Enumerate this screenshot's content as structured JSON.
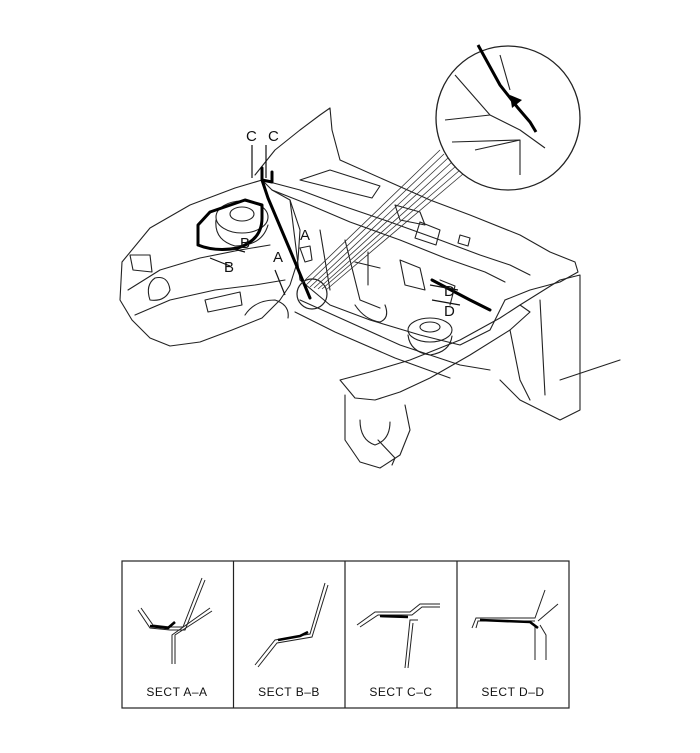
{
  "diagram": {
    "callouts": {
      "c_left": "C",
      "c_right": "C",
      "a_upper": "A",
      "a_lower": "A",
      "b_upper": "B",
      "b_lower": "B",
      "d_upper": "D",
      "d_lower": "D"
    },
    "sections": [
      {
        "label": "SECT  A–A"
      },
      {
        "label": "SECT  B–B"
      },
      {
        "label": "SECT  C–C"
      },
      {
        "label": "SECT  D–D"
      }
    ]
  }
}
